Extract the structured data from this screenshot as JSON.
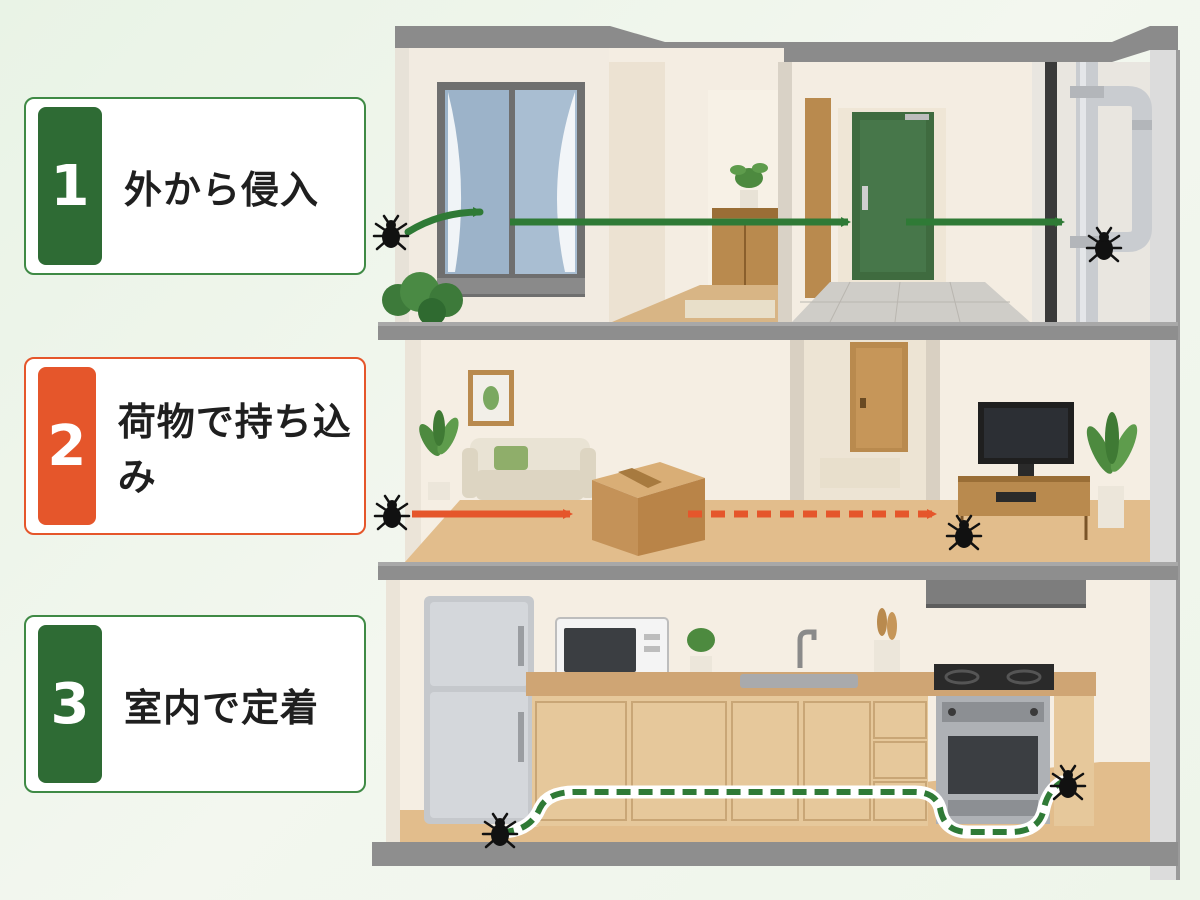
{
  "steps": [
    {
      "number": "1",
      "label": "外から侵入",
      "color": "#2e6b34"
    },
    {
      "number": "2",
      "label": "荷物で持ち込み",
      "color": "#e5562b"
    },
    {
      "number": "3",
      "label": "室内で定着",
      "color": "#2e6b34"
    }
  ],
  "colors": {
    "green_path": "#2f7a36",
    "red_path": "#e5562b",
    "bug": "#111111",
    "wall": "#f3ece2",
    "floor": "#e2bd8c",
    "slab": "#8e8e8e"
  }
}
